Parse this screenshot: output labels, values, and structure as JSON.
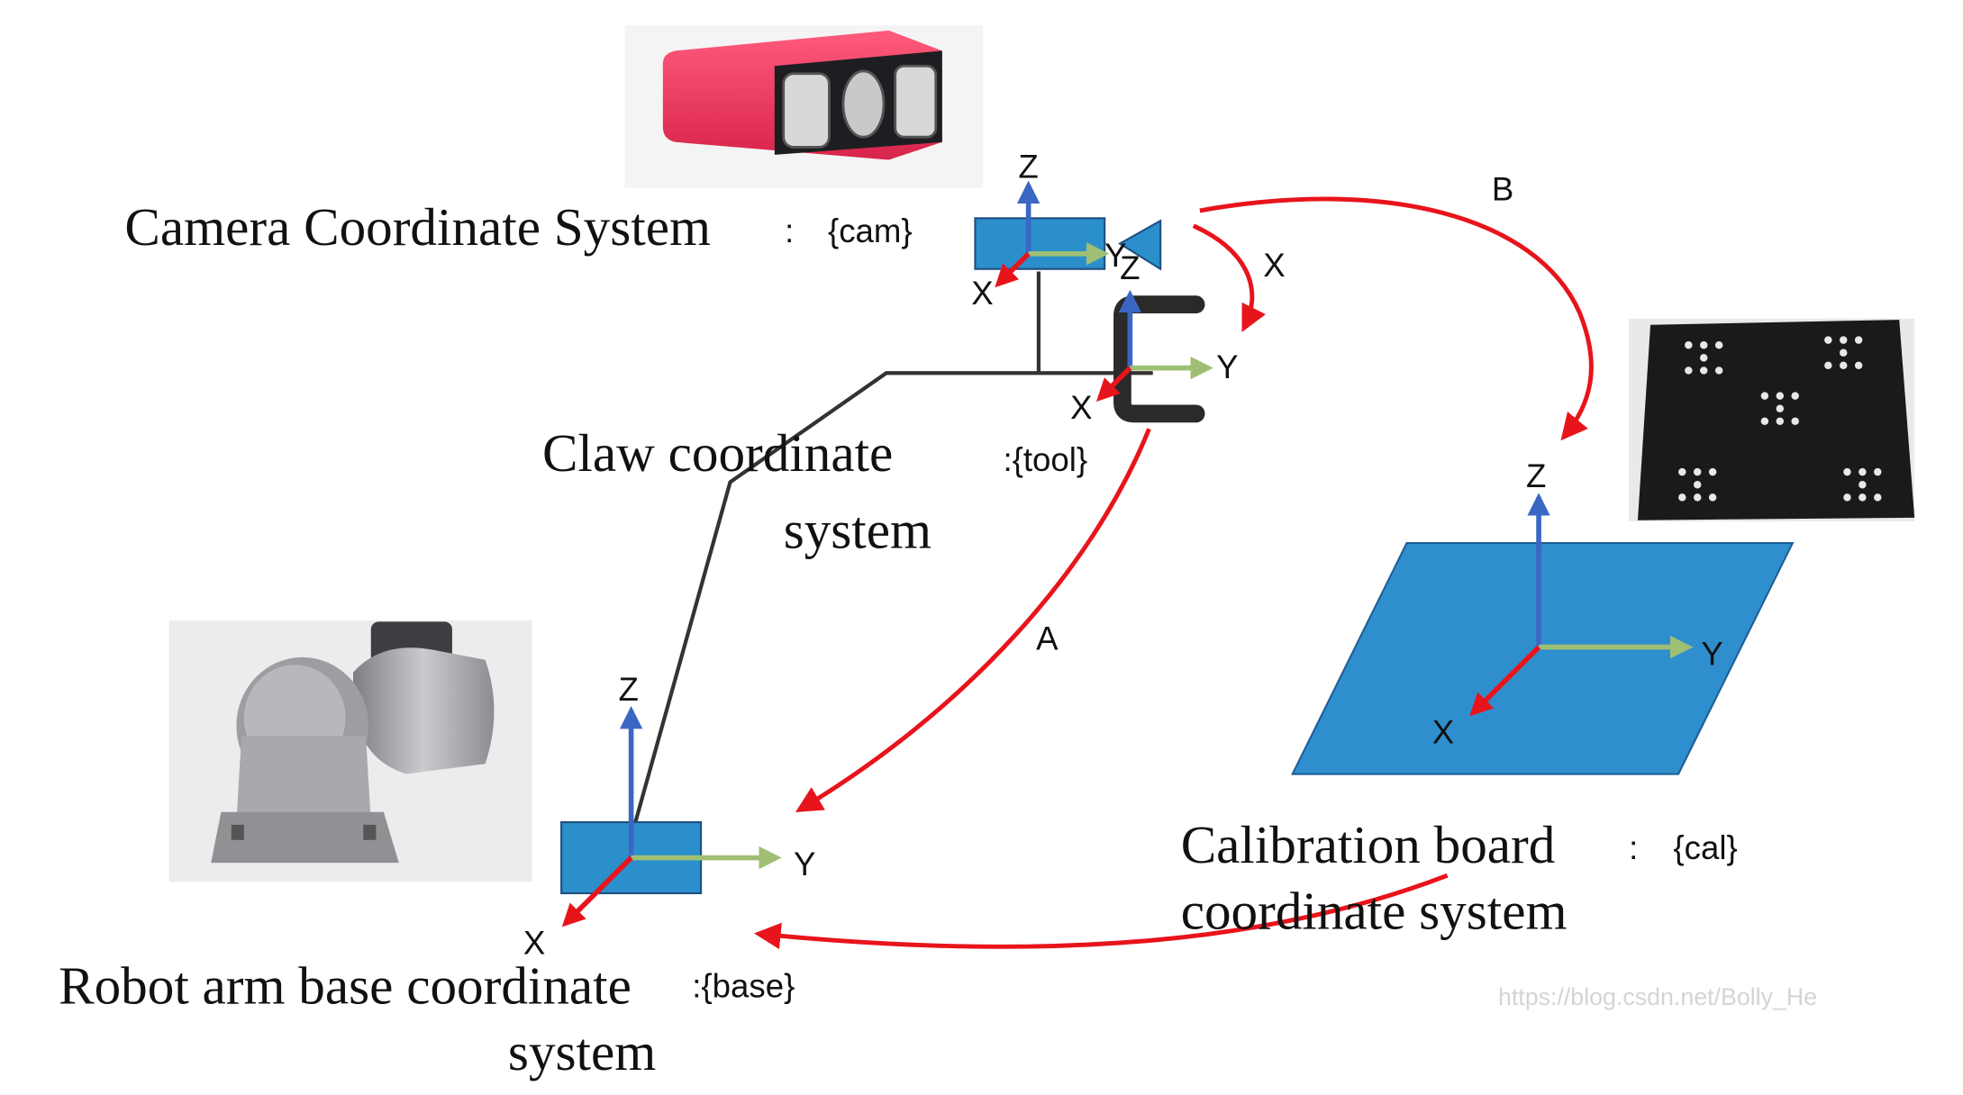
{
  "colors": {
    "axis_x": "#e8141b",
    "axis_y": "#9fbf74",
    "axis_z": "#3b67c4",
    "transform_arrow": "#e8141b",
    "frame_box": "#2b8fcc",
    "link_line": "#333333",
    "camera_body": "#e63a5e",
    "board_plane": "#2f8fce"
  },
  "frames": {
    "camera": {
      "title": "Camera Coordinate System",
      "sep": ":",
      "symbol": "{cam}"
    },
    "claw": {
      "title_line1": "Claw coordinate",
      "title_line2": "system",
      "symbol": ":{tool}"
    },
    "base": {
      "title_line1": "Robot arm base coordinate",
      "title_line2": "system",
      "symbol": ":{base}"
    },
    "calibration": {
      "title_line1": "Calibration board",
      "title_line2": "coordinate system",
      "sep": ":",
      "symbol": "{cal}"
    }
  },
  "axes": {
    "x": "X",
    "y": "Y",
    "z": "Z"
  },
  "transforms": {
    "a": "A",
    "b": "B",
    "x": "X"
  },
  "watermark": "https://blog.csdn.net/Bolly_He",
  "icons": {
    "camera": "stereo-camera-icon",
    "gripper": "claw-gripper-icon",
    "robot": "robot-arm-icon",
    "board": "calibration-board-icon"
  }
}
